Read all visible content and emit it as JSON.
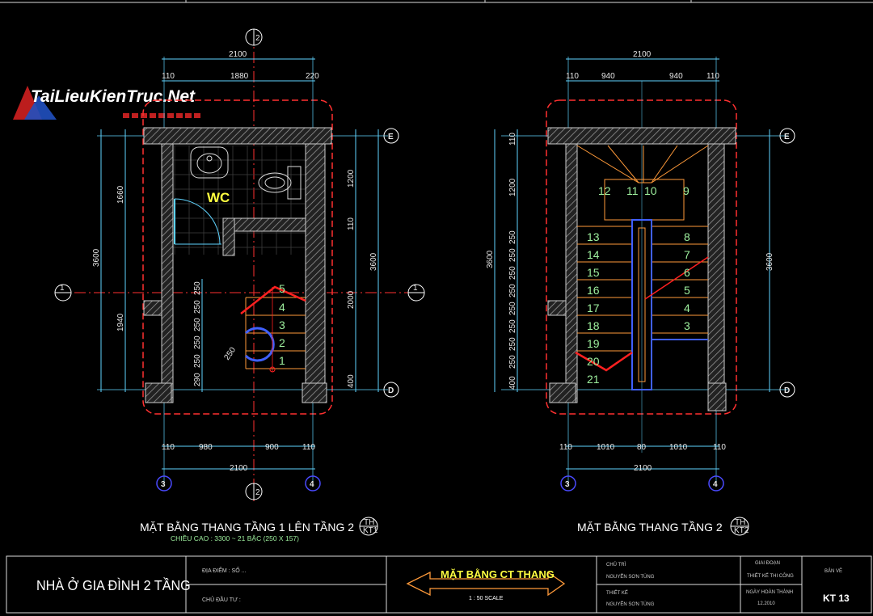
{
  "watermark": {
    "brand": "TaiLieuKienTruc.Net"
  },
  "plan1": {
    "top_total": "2100",
    "top_a": "110",
    "top_b": "1880",
    "top_c": "220",
    "left_total": "3600",
    "left_a": "1660",
    "left_b": "1940",
    "right_total": "3600",
    "right_a": "1200",
    "right_b": "110",
    "right_c": "2000",
    "right_d": "400",
    "bottom_a": "110",
    "bottom_b": "980",
    "bottom_c": "900",
    "bottom_d": "110",
    "bottom_total": "2100",
    "stair_dims": [
      "250",
      "250",
      "250",
      "250",
      "250",
      "290"
    ],
    "wc_label": "WC",
    "steps": [
      "5",
      "4",
      "3",
      "2",
      "1"
    ],
    "step_rot": "250",
    "axis_1": "1",
    "axis_2": "2",
    "axis_E": "E",
    "axis_D": "D",
    "axis_3": "3",
    "axis_4": "4",
    "title": "MẶT BẰNG THANG TẦNG 1 LÊN TẦNG 2",
    "badge_top": "TH",
    "badge_bot": "KT1",
    "subtitle": "CHIỀU CAO : 3300 ~ 21 BẬC (250 X 157)"
  },
  "plan2": {
    "top_total": "2100",
    "top_a": "110",
    "top_b": "940",
    "top_c": "940",
    "top_d": "110",
    "left_total": "3600",
    "left_a": "110",
    "left_b": "1200",
    "left_dims": [
      "250",
      "250",
      "250",
      "250",
      "250",
      "250",
      "250",
      "250",
      "400"
    ],
    "right_total": "3600",
    "bottom_a": "110",
    "bottom_b": "1010",
    "bottom_c": "80",
    "bottom_d": "1010",
    "bottom_e": "110",
    "bottom_total": "2100",
    "steps_top": [
      "12",
      "11",
      "10",
      "9"
    ],
    "steps_left": [
      "13",
      "14",
      "15",
      "16",
      "17",
      "18",
      "19",
      "20",
      "21"
    ],
    "steps_right": [
      "8",
      "7",
      "6",
      "5",
      "4",
      "3"
    ],
    "axis_E": "E",
    "axis_D": "D",
    "axis_3": "3",
    "axis_4": "4",
    "title": "MẶT BẰNG THANG TẦNG 2",
    "badge_top": "TH",
    "badge_bot": "KT2"
  },
  "title_block": {
    "project": "NHÀ Ở GIA ĐÌNH 2 TẦNG",
    "address_label": "ĐỊA ĐIỂM : SỐ ...",
    "owner_label": "CHỦ ĐẦU TƯ :",
    "sheet_title": "MẶT BẰNG CT THANG",
    "scale": "1 : 50 SCALE",
    "chief_label": "CHỦ TRÌ",
    "chief_name": "NGUYỄN SƠN TÙNG",
    "designer_label": "THIẾT KẾ",
    "designer_name": "NGUYỄN SƠN TÙNG",
    "phase_label": "GIAI ĐOẠN",
    "phase_value": "THIẾT KẾ THI CÔNG",
    "date_label": "NGÀY HOÀN THÀNH",
    "date_value": "12.2010",
    "sheet_label": "BẢN VẼ",
    "sheet_no": "KT 13"
  },
  "colors": {
    "wall": "#b8b8b8",
    "dim": "#e0e0e0",
    "axis": "#ff3030",
    "dimline": "#5fd4ff",
    "stair": "#ff9a3a",
    "step_text": "#9ef09e",
    "grid_circle": "#4a4aff",
    "wc": "#ffff40"
  }
}
